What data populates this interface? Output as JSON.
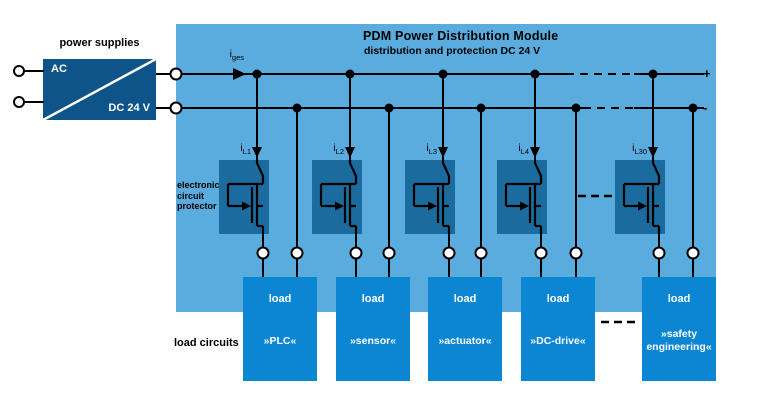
{
  "pdm": {
    "title": "PDM Power Distribution Module",
    "subtitle": "distribution and protection DC 24 V",
    "plus_label": "+",
    "minus_label": "-"
  },
  "power_supplies": {
    "label": "power supplies",
    "ac_label": "AC",
    "dc_label": "DC 24 V"
  },
  "total_current": {
    "prefix": "i",
    "sub": "ges"
  },
  "protector_label": "electronic circuit protector",
  "load_circuits_label": "load circuits",
  "load_label": "load",
  "channels": [
    {
      "current_prefix": "i",
      "current_sub": "L1",
      "load_name": "»PLC«"
    },
    {
      "current_prefix": "i",
      "current_sub": "L2",
      "load_name": "»sensor«"
    },
    {
      "current_prefix": "i",
      "current_sub": "L3",
      "load_name": "»actuator«"
    },
    {
      "current_prefix": "i",
      "current_sub": "L4",
      "load_name": "»DC-drive«"
    },
    {
      "current_prefix": "i",
      "current_sub": "L30",
      "load_name": "»safety engineering«"
    }
  ],
  "colors": {
    "pdm_background": "#5bacde",
    "protector_box": "#1c6b9e",
    "power_supply_box": "#0e5489",
    "load_box": "#0b86d2",
    "wire": "#000000"
  }
}
